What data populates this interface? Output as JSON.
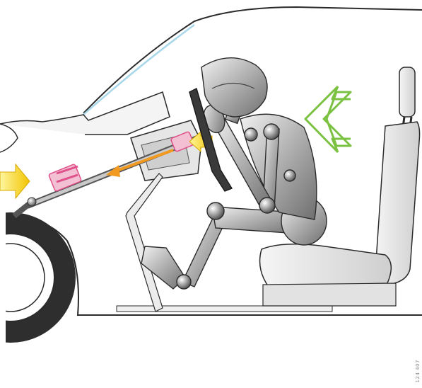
{
  "figure": {
    "code": "124 407"
  },
  "colors": {
    "line": "#2b2b2b",
    "windshield": "#a9d8ea",
    "impact_arrow": "#f7d300",
    "push_arrow": "#7cc242",
    "pink_part": "#e0508a",
    "metal": "#b8b8b8"
  },
  "icons": {
    "impact": "yellow-arrow",
    "push": "green-chevron"
  }
}
